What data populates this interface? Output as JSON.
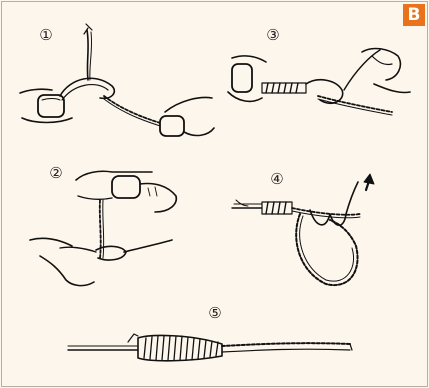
{
  "badge": "B",
  "steps": [
    {
      "label": "①"
    },
    {
      "label": "②"
    },
    {
      "label": "③"
    },
    {
      "label": "④"
    },
    {
      "label": "⑤"
    }
  ]
}
